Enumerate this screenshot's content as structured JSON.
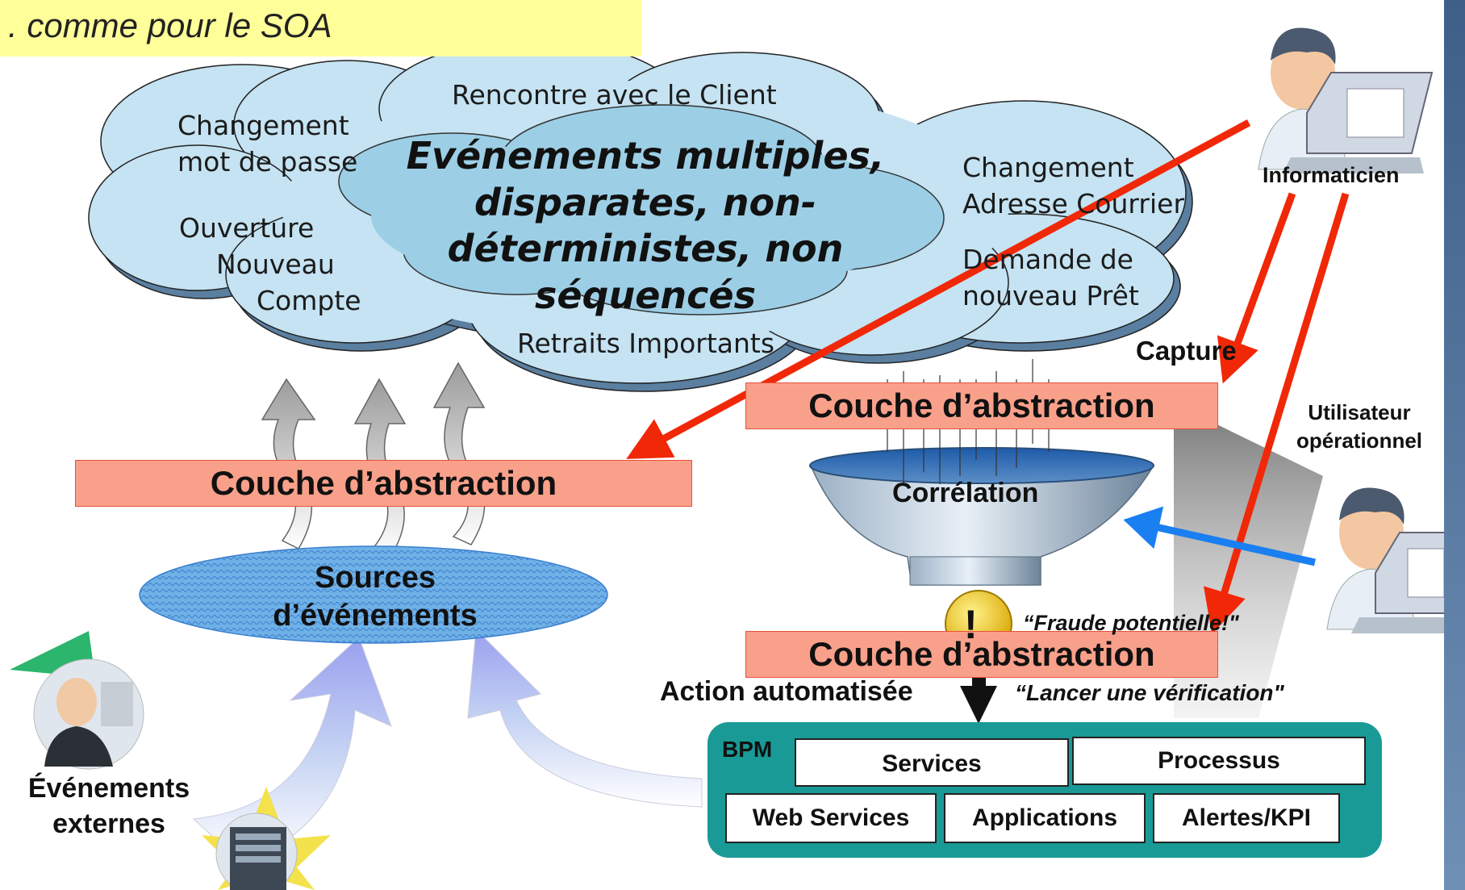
{
  "title": ". comme pour le SOA",
  "cloud": {
    "items": {
      "rencontre": "Rencontre avec le Client",
      "changement_mdp_1": "Changement",
      "changement_mdp_2": "mot de passe",
      "ouverture_1": "Ouverture",
      "ouverture_2": "Nouveau",
      "ouverture_3": "Compte",
      "changement_adr_1": "Changement",
      "changement_adr_2": "Adresse Courrier",
      "pret_1": "Demande de",
      "pret_2": "nouveau Prêt",
      "retraits": "Retraits Importants"
    },
    "center": {
      "line1": "Evénements multiples,",
      "line2": "disparates, non-",
      "line3": "déterministes, non",
      "line4": "séquencés"
    }
  },
  "labels": {
    "informaticien": "Informaticien",
    "capture": "Capture",
    "utilisateur_1": "Utilisateur",
    "utilisateur_2": "opérationnel",
    "correlation": "Corrélation",
    "fraude": "“Fraude potentielle!\"",
    "action": "Action automatisée",
    "lancer": "“Lancer une vérification\"",
    "sources_1": "Sources",
    "sources_2": "d’événements",
    "externes_1": "Événements",
    "externes_2": "externes",
    "warning_mark": "!"
  },
  "bars": {
    "left": "Couche d’abstraction",
    "right_top": "Couche d’abstraction",
    "right_bottom": "Couche d’abstraction"
  },
  "bpm": {
    "label": "BPM",
    "services": "Services",
    "processus": "Processus",
    "web_services": "Web Services",
    "applications": "Applications",
    "alertes": "Alertes/KPI"
  },
  "colors": {
    "cloud": "#c5e3f2",
    "cloud_center": "#9ccfe6",
    "bar": "#f9a08a",
    "bpm": "#199a96",
    "red_arrow": "#f02808",
    "blue_arrow": "#1a7ff0",
    "title_bg": "#ffff99"
  },
  "icons": [
    "person-laptop-icon",
    "warning-icon",
    "funnel-icon",
    "server-icon",
    "phone-person-icon"
  ]
}
